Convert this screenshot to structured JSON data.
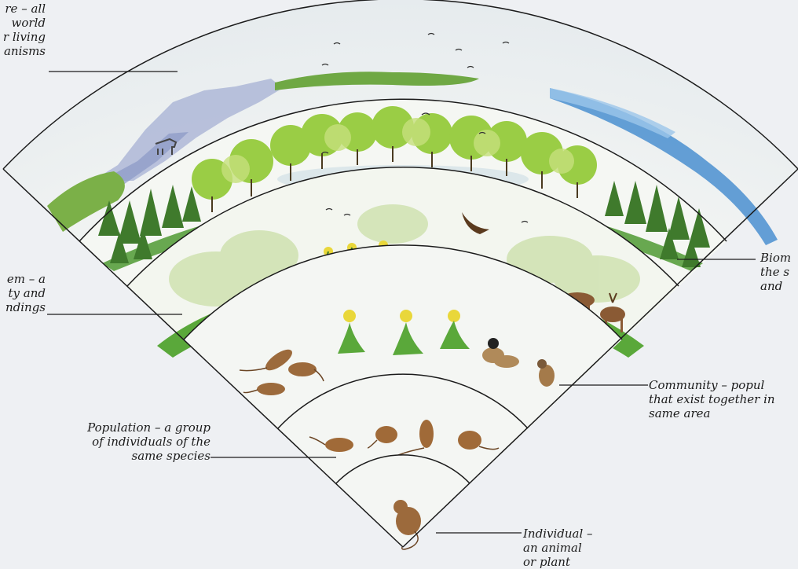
{
  "labels": {
    "biosphere": [
      "re – all",
      "world",
      "r living",
      "anisms"
    ],
    "ecosystem": [
      "em – a",
      "ty and",
      "ndings"
    ],
    "biome": [
      "Biom",
      "the s",
      "and"
    ],
    "community": [
      "Community –  popul",
      "that exist together in",
      "same area"
    ],
    "population": [
      "Population – a group",
      "of individuals of the",
      "same species"
    ],
    "individual": [
      "Individual –",
      "an animal",
      "or plant"
    ]
  },
  "colors": {
    "background": "#eef0f3",
    "outline": "#1b1b1b",
    "grass": "#4f9a33",
    "trees": "#8fc43c",
    "conifers": "#3f7a2c",
    "sea": "#4a8fd0",
    "mountains": "#8a98c6",
    "foliage_haze": "#cfe2b0"
  },
  "icons": [
    "mouse-icon",
    "mouse-group-icon",
    "dandelion-icon",
    "bird-icon",
    "deer-icon",
    "rabbit-icon",
    "eagle-icon",
    "tree-icon",
    "conifer-icon",
    "mountain-icon",
    "sea-icon"
  ]
}
